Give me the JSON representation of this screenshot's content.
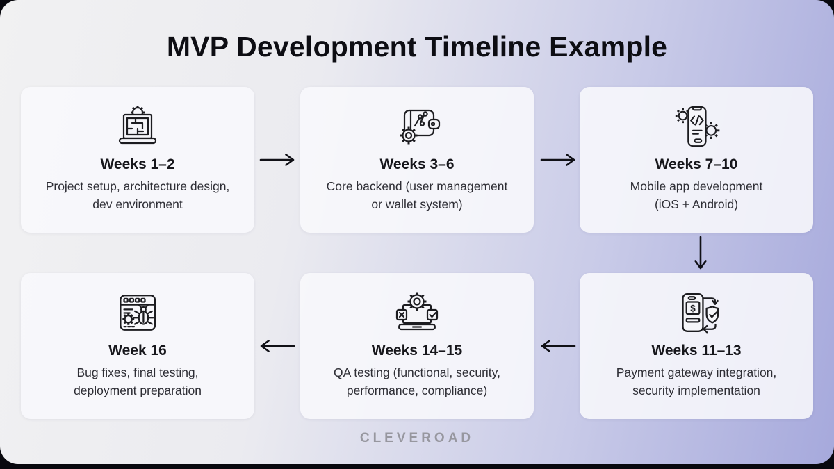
{
  "page": {
    "title": "MVP Development Timeline Example",
    "brand": "CLEVEROAD"
  },
  "colors": {
    "frame_background": "#08080e",
    "panel_gradient_left": "#f1f1f2",
    "panel_gradient_right": "#a6a9dc",
    "card_background": "#f8f8fc",
    "title_text": "#0d0d13",
    "card_title_text": "#17171c",
    "card_body_text": "#2e2e35",
    "arrow_color": "#101016",
    "brand_text": "#97979f"
  },
  "cards": [
    {
      "icon": "architecture-laptop-icon",
      "title": "Weeks 1–2",
      "line1": "Project setup, architecture design,",
      "line2": "dev environment"
    },
    {
      "icon": "backend-wallet-gear-icon",
      "title": "Weeks 3–6",
      "line1": "Core backend (user management",
      "line2": "or wallet system)"
    },
    {
      "icon": "mobile-dev-phone-icon",
      "title": "Weeks 7–10",
      "line1": "Mobile app development",
      "line2": "(iOS + Android)"
    },
    {
      "icon": "payment-security-icon",
      "title": "Weeks 11–13",
      "line1": "Payment gateway integration,",
      "line2": "security implementation"
    },
    {
      "icon": "qa-testing-laptop-icon",
      "title": "Weeks 14–15",
      "line1": "QA testing (functional, security,",
      "line2": "performance, compliance)"
    },
    {
      "icon": "bug-fix-browser-icon",
      "title": "Week 16",
      "line1": "Bug fixes, final testing,",
      "line2": "deployment preparation"
    }
  ],
  "arrows": [
    {
      "from": "Weeks 1–2",
      "to": "Weeks 3–6",
      "direction": "right"
    },
    {
      "from": "Weeks 3–6",
      "to": "Weeks 7–10",
      "direction": "right"
    },
    {
      "from": "Weeks 7–10",
      "to": "Weeks 11–13",
      "direction": "down"
    },
    {
      "from": "Weeks 11–13",
      "to": "Weeks 14–15",
      "direction": "left"
    },
    {
      "from": "Weeks 14–15",
      "to": "Week 16",
      "direction": "left"
    }
  ]
}
